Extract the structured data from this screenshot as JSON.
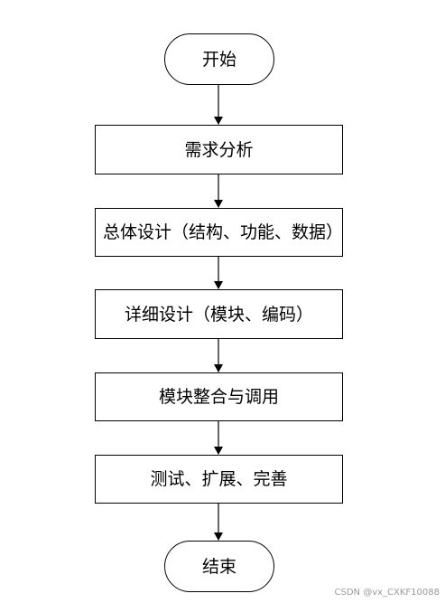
{
  "flowchart": {
    "start": "开始",
    "steps": [
      "需求分析",
      "总体设计（结构、功能、数据）",
      "详细设计（模块、编码）",
      "模块整合与调用",
      "测试、扩展、完善"
    ],
    "end": "结束"
  },
  "watermark": "CSDN @vx_CXKF10088"
}
